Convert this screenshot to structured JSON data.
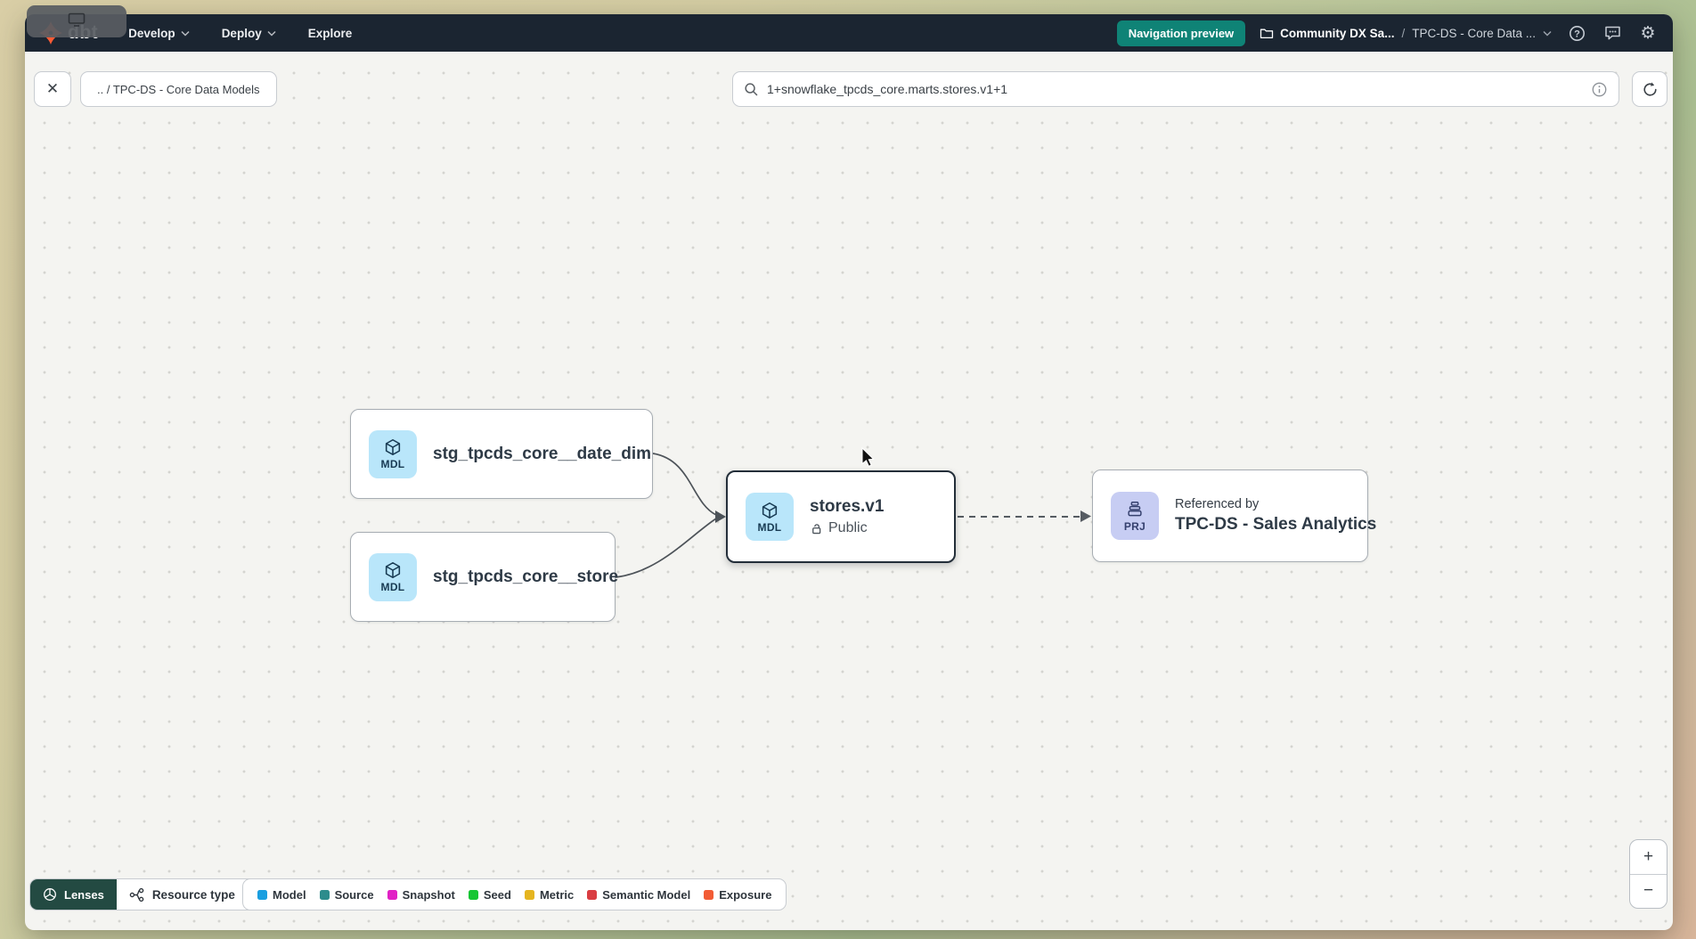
{
  "navbar": {
    "brand": "dbt",
    "menu": [
      {
        "label": "Develop"
      },
      {
        "label": "Deploy"
      },
      {
        "label": "Explore"
      }
    ],
    "badge": "Navigation preview",
    "breadcrumb": {
      "project": "Community DX Sa...",
      "separator": "/",
      "page": "TPC-DS - Core Data ..."
    }
  },
  "toolbar": {
    "path_chip": ".. / TPC-DS - Core Data Models",
    "search_value": "1+snowflake_tpcds_core.marts.stores.v1+1"
  },
  "graph": {
    "nodes": {
      "date_dim": {
        "badge": "MDL",
        "title": "stg_tpcds_core__date_dim"
      },
      "store": {
        "badge": "MDL",
        "title": "stg_tpcds_core__store"
      },
      "stores_v1": {
        "badge": "MDL",
        "title": "stores.v1",
        "access": "Public"
      },
      "sales_analytics": {
        "badge": "PRJ",
        "eyebrow": "Referenced by",
        "title": "TPC-DS - Sales Analytics"
      }
    }
  },
  "footer": {
    "lenses": "Lenses",
    "resource_type": "Resource type",
    "legend": [
      {
        "label": "Model",
        "color": "#1a9fe0"
      },
      {
        "label": "Source",
        "color": "#2d8c8c"
      },
      {
        "label": "Snapshot",
        "color": "#e122c5"
      },
      {
        "label": "Seed",
        "color": "#17c634"
      },
      {
        "label": "Metric",
        "color": "#e5b520"
      },
      {
        "label": "Semantic Model",
        "color": "#d93d42"
      },
      {
        "label": "Exposure",
        "color": "#f25c35"
      }
    ],
    "zoom_in": "+",
    "zoom_out": "−"
  },
  "colors": {
    "navbar_bg": "#1b2531",
    "accent_teal": "#0f8376",
    "dbt_orange": "#ff5c35",
    "model_icon_bg": "#b9e6fa",
    "project_icon_bg": "#c7cdf3",
    "lenses_bg": "#234a42"
  }
}
